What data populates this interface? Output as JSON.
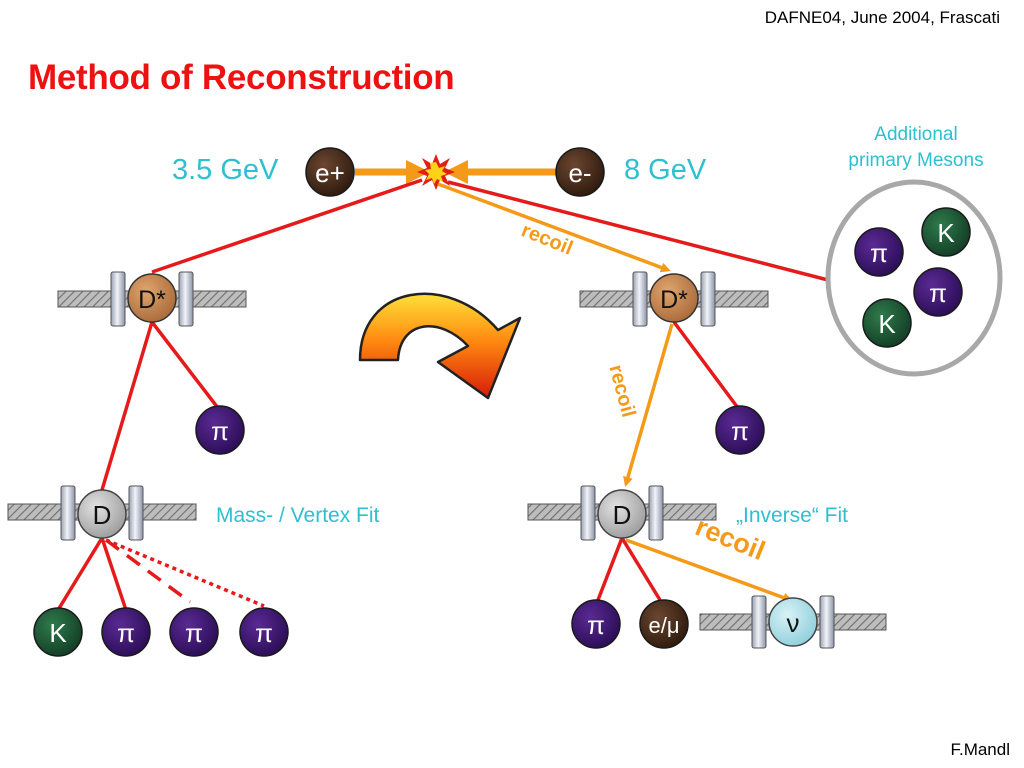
{
  "header_note": "DAFNE04, June 2004, Frascati",
  "title": "Method of Reconstruction",
  "author": "F.Mandl",
  "beams": {
    "left_energy": "3.5 GeV",
    "left_particle": "e+",
    "right_particle": "e-",
    "right_energy": "8 GeV"
  },
  "additional": {
    "line1": "Additional",
    "line2": "primary Mesons",
    "mesons": [
      "π",
      "K",
      "π",
      "K"
    ]
  },
  "left_branch": {
    "dstar": "D*",
    "pion": "π",
    "d": "D",
    "fit_label": "Mass- / Vertex Fit",
    "products": [
      "K",
      "π",
      "π",
      "π"
    ]
  },
  "right_branch": {
    "dstar": "D*",
    "pion": "π",
    "d": "D",
    "fit_label": "„Inverse“ Fit",
    "products": [
      "π",
      "e/μ"
    ],
    "neutrino": "ν"
  },
  "recoil_labels": [
    "recoil",
    "recoil",
    "recoil"
  ],
  "colors": {
    "title": "#ee1111",
    "energy_text": "#2fc0cf",
    "decay_line": "#e51b1b",
    "recoil": "#f59a18",
    "pion": "#3d1673",
    "kaon": "#1c5a36",
    "dstar": "#c88a56",
    "electron": "#4a2e1c"
  }
}
